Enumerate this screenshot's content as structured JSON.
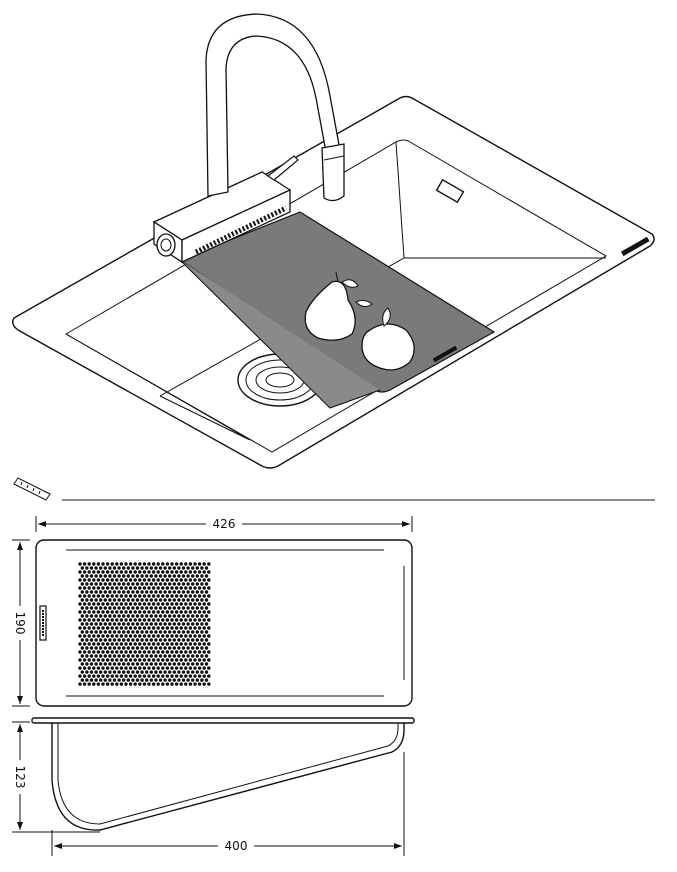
{
  "colors": {
    "line": "#111111",
    "board": "#7a7a7a",
    "background": "#ffffff"
  },
  "icons": {
    "ruler": "ruler-icon"
  },
  "dimensions": {
    "width_label": "426",
    "depth_label": "190",
    "height_label": "123",
    "base_width_label": "400"
  }
}
